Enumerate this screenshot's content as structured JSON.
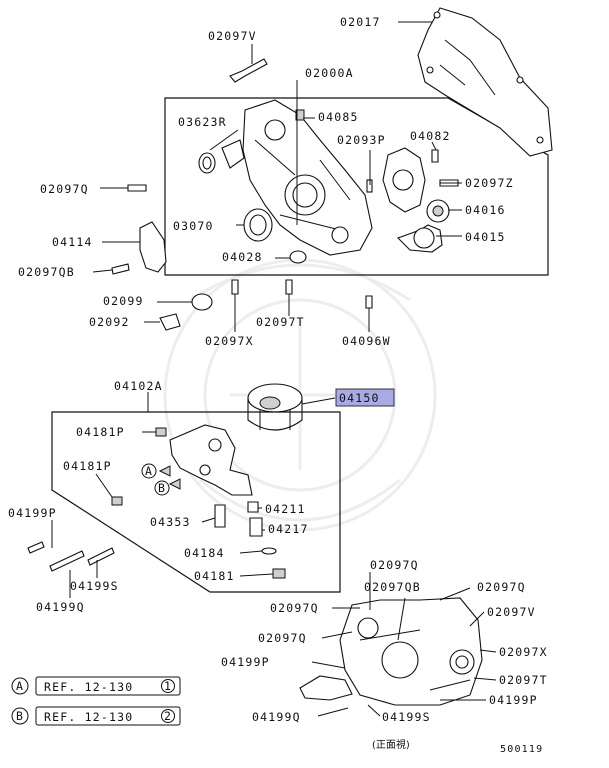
{
  "diagram": {
    "labels": {
      "p02097V_top": "02097V",
      "p02017": "02017",
      "p02000A": "02000A",
      "p03623R": "03623R",
      "p04085": "04085",
      "p02093P": "02093P",
      "p04082": "04082",
      "p02097Q_left": "02097Q",
      "p02097Z": "02097Z",
      "p04016": "04016",
      "p03070": "03070",
      "p04114": "04114",
      "p04015": "04015",
      "p04028": "04028",
      "p02097QB_left": "02097QB",
      "p02099": "02099",
      "p02092": "02092",
      "p02097T_mid": "02097T",
      "p02097X_mid": "02097X",
      "p04096W": "04096W",
      "p04102A": "04102A",
      "p04150": "04150",
      "p04181P_a": "04181P",
      "p04181P_b": "04181P",
      "p04199P_left": "04199P",
      "p04211": "04211",
      "p04353": "04353",
      "p04217": "04217",
      "p04184": "04184",
      "p04181": "04181",
      "p04199S_left": "04199S",
      "p04199Q_left": "04199Q",
      "p02097Q_b1": "02097Q",
      "p02097QB_b": "02097QB",
      "p02097Q_b2": "02097Q",
      "p02097Q_b3": "02097Q",
      "p02097V_b": "02097V",
      "p02097Q_b4": "02097Q",
      "p02097X_b": "02097X",
      "p04199P_b1": "04199P",
      "p02097T_b": "02097T",
      "p04199P_b2": "04199P",
      "p04199Q_b": "04199Q",
      "p04199S_b": "04199S",
      "arrowA": "A",
      "arrowB": "B"
    },
    "references": [
      {
        "letter": "A",
        "text": "REF. 12-130",
        "num": "1"
      },
      {
        "letter": "B",
        "text": "REF. 12-130",
        "num": "2"
      }
    ],
    "caption": "(正面視)",
    "figure_id": "500119",
    "highlight_color": "#a9a9e6"
  }
}
